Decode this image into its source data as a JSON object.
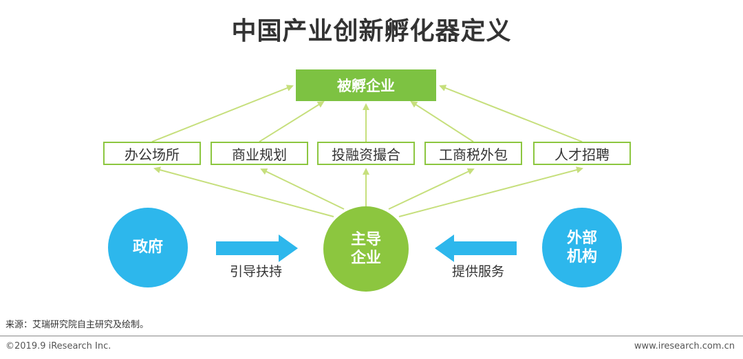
{
  "title": "中国产业创新孵化器定义",
  "top_box": {
    "label": "被孵企业",
    "color": "#7dc242"
  },
  "services": [
    {
      "label": "办公场所"
    },
    {
      "label": "商业规划"
    },
    {
      "label": "投融资撮合"
    },
    {
      "label": "工商税外包"
    },
    {
      "label": "人才招聘"
    }
  ],
  "actors": {
    "government": {
      "label": "政府",
      "color": "#2db7ec"
    },
    "lead": {
      "line1": "主导",
      "line2": "企业",
      "color": "#8cc63f"
    },
    "external": {
      "line1": "外部",
      "line2": "机构",
      "color": "#2db7ec"
    }
  },
  "flows": {
    "left_label": "引导扶持",
    "right_label": "提供服务",
    "arrow_color": "#2db7ec",
    "line_color": "#c6df7c"
  },
  "source": "来源：艾瑞研究院自主研究及绘制。",
  "footer": {
    "left": "©2019.9 iResearch Inc.",
    "right": "www.iresearch.com.cn"
  }
}
